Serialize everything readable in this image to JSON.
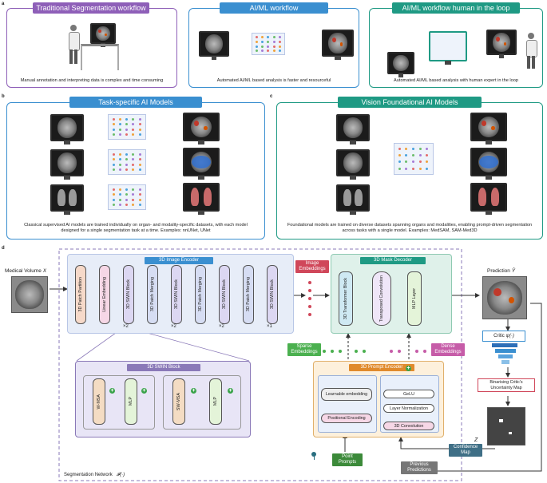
{
  "panel_a": {
    "label": "a",
    "traditional": {
      "title": "Traditional Segmentation workflow",
      "caption": "Manual annotation and interpreting data is complex and time consuming",
      "color": "#8e5fb8"
    },
    "aiml": {
      "title": "AI/ML workflow",
      "caption": "Automated AI/ML based analysis is faster and resourceful",
      "color": "#3a8fd0"
    },
    "hitl": {
      "title": "AI/ML workflow human in the loop",
      "caption": "Automated AI/ML based analysis with human expert in the loop",
      "color": "#1f9a84"
    }
  },
  "panel_b": {
    "label": "b",
    "title": "Task-specific AI Models",
    "caption": "Classical supervised AI models are trained individually on organ- and modality-specific datasets, with each model designed for a single segmentation task at a time. Examples: nnUNet, UNet",
    "color": "#3a8fd0"
  },
  "panel_c": {
    "label": "c",
    "title": "Vision Foundational AI Models",
    "caption": "Foundational models are trained on diverse datasets spanning organs and modalities, enabling prompt-driven segmentation across tasks with a single model. Examples: MedSAM, SAM-Med3D",
    "color": "#1f9a84"
  },
  "panel_d": {
    "label": "d",
    "medical_volume": "Medical Volume",
    "medical_volume_sym": "X",
    "image_encoder": "3D Image Encoder",
    "encoder_blocks": [
      "3D Patch Partition",
      "Linear Embedding",
      "3D SWIN Block",
      "3D Patch Merging",
      "3D SWIN Block",
      "3D Patch Merging",
      "3D SWIN Block",
      "3D Patch Merging",
      "3D SWIN Block"
    ],
    "multipliers": [
      "×2",
      "×2",
      "×2",
      "×1"
    ],
    "image_embeddings": "Image Embeddings",
    "mask_decoder": "3D Mask Decoder",
    "decoder_blocks": [
      "3D Transformer Block",
      "Transposed Convolution",
      "MLP Layer"
    ],
    "prediction": "Prediction",
    "prediction_sym": "Ŷ",
    "critic": "Critic",
    "critic_sym": "ψ(·)",
    "binarising": "Binarising Critic's Uncertainty Map",
    "z_sym": "Z",
    "confidence_map": "Confidence Map",
    "previous_predictions": "Previous Predictions",
    "swin_block": "3D SWIN Block",
    "swin_blocks": [
      "W-MSA",
      "MLP",
      "SW-MSA",
      "MLP"
    ],
    "sparse": "Sparse Embeddings",
    "dense": "Dense Embeddings",
    "prompt_encoder": "3D Prompt Encoder",
    "learnable": "Learnable embedding",
    "positional": "Positional Encoding",
    "gelu": "GeLU",
    "layer_norm": "Layer Normalization",
    "conv3d": "3D Convolution",
    "point_prompts": "Point Prompts",
    "seg_network": "Segmentation Network",
    "seg_network_sym": "𝓕(·)"
  }
}
